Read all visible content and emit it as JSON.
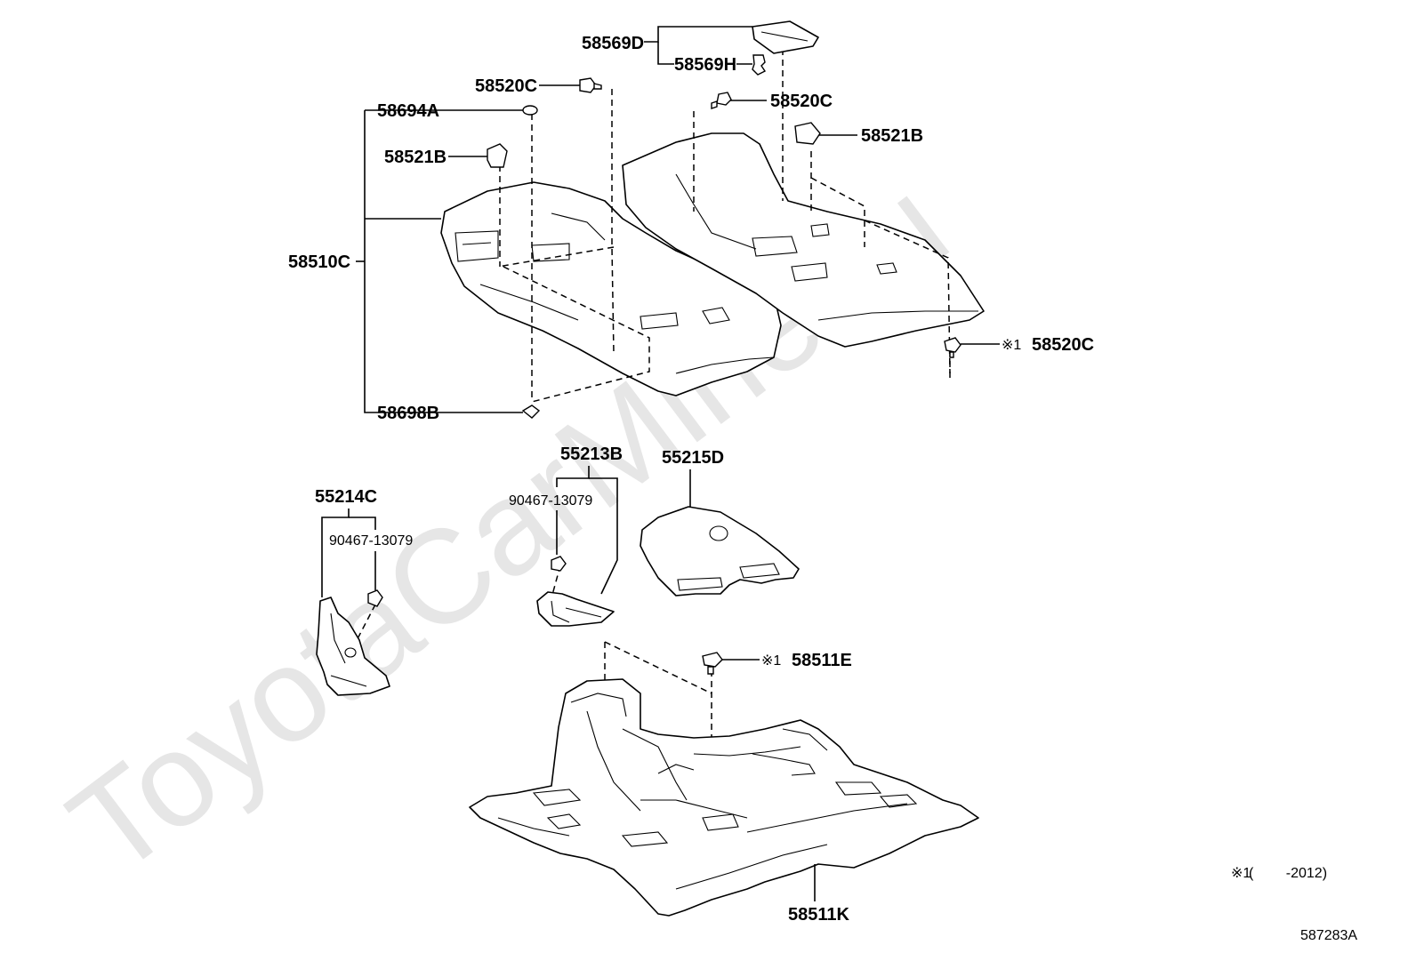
{
  "watermark": "ToyotaCarMine.ru",
  "labels": {
    "p58569D": "58569D",
    "p58569H": "58569H",
    "p58520C_top": "58520C",
    "p58520C_mid": "58520C",
    "p58520C_right": "58520C",
    "p58694A": "58694A",
    "p58521B_left": "58521B",
    "p58521B_right": "58521B",
    "p58510C": "58510C",
    "p58698B": "58698B",
    "p55213B": "55213B",
    "p55215D": "55215D",
    "p55214C": "55214C",
    "p90467_a": "90467-13079",
    "p90467_b": "90467-13079",
    "p58511E": "58511E",
    "p58511K": "58511K"
  },
  "marks": {
    "note_mark_58520C": "※1",
    "note_mark_58511E": "※1"
  },
  "footnote": {
    "mark": "※1",
    "text": "(　　 -2012)"
  },
  "diagram_id": "587283A",
  "icons": [
    "clip-icon",
    "grommet-icon",
    "fastener-icon"
  ]
}
